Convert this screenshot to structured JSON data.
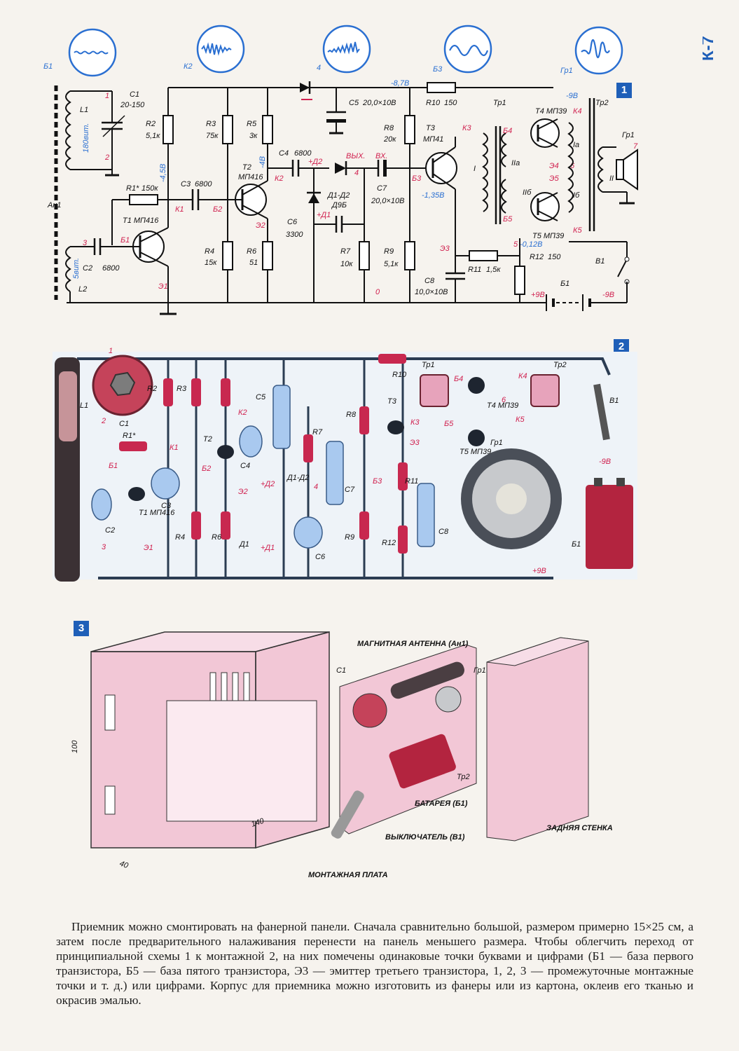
{
  "page_code": "К-7",
  "figure_numbers": [
    "1",
    "2",
    "3"
  ],
  "scopes": [
    {
      "label": "Б1"
    },
    {
      "label": "К2"
    },
    {
      "label": "4"
    },
    {
      "label": "Б3"
    },
    {
      "label": "Гр1"
    }
  ],
  "schematic": {
    "coils": {
      "l1": "L1",
      "l1_turns": "180вит.",
      "l2": "L2",
      "l2_turns": "5вит.",
      "antenna": "Ан1"
    },
    "c1": {
      "name": "C1",
      "value": "20-150"
    },
    "c2": {
      "name": "C2",
      "value": "6800"
    },
    "c3": {
      "name": "C3",
      "value": "6800"
    },
    "c4": {
      "name": "C4",
      "value": "6800"
    },
    "c5": {
      "name": "C5",
      "value": "20,0×10В"
    },
    "c6": {
      "name": "C6",
      "value": "3300"
    },
    "c7": {
      "name": "C7",
      "value": "20,0×10В"
    },
    "c8": {
      "name": "C8",
      "value": "10,0×10В"
    },
    "r1": {
      "name": "R1*",
      "value": "150к"
    },
    "r2": {
      "name": "R2",
      "value": "5,1к"
    },
    "r3": {
      "name": "R3",
      "value": "75к"
    },
    "r4": {
      "name": "R4",
      "value": "15к"
    },
    "r5": {
      "name": "R5",
      "value": "3к"
    },
    "r6": {
      "name": "R6",
      "value": "51"
    },
    "r7": {
      "name": "R7",
      "value": "10к"
    },
    "r8": {
      "name": "R8",
      "value": "20к"
    },
    "r9": {
      "name": "R9",
      "value": "5,1к"
    },
    "r10": {
      "name": "R10",
      "value": "150"
    },
    "r11": {
      "name": "R11",
      "value": "1,5к"
    },
    "r12": {
      "name": "R12",
      "value": "150"
    },
    "t1": "T1 МП416",
    "t2_name": "T2",
    "t2_type": "МП416",
    "t3_name": "T3",
    "t3_type": "МП41",
    "t4": "T4 МП39",
    "t5": "T5 МП39",
    "d": "Д1-Д2",
    "d_type": "Д9Б",
    "d1": "+Д1",
    "d2": "+Д2",
    "out": "ВЫХ.",
    "in": "ВХ.",
    "tr1": "Тр1",
    "tr2": "Тр2",
    "gr1": "Гр1",
    "b1": "Б1",
    "v1": "В1",
    "voltages": {
      "v_t1": "-4,5В",
      "v_t2": "-4В",
      "v_top": "-8,7В",
      "v_t3": "-1,35В",
      "v_tr2": "-9В",
      "v_r11": "-0,12В",
      "plus": "+9В",
      "minus": "-9В"
    },
    "points": {
      "k1": "К1",
      "b2": "Б2",
      "e2": "Э2",
      "k2": "К2",
      "b1": "Б1",
      "e1": "Э1",
      "b3": "Б3",
      "k3": "К3",
      "e3": "Э3",
      "b4": "Б4",
      "b5": "Б5",
      "k4": "К4",
      "k5": "К5",
      "n1": "1",
      "n2": "2",
      "n3": "3",
      "n4": "4",
      "n5": "5",
      "n6": "6",
      "n7": "7",
      "n0": "0",
      "e4": "Э4",
      "e5": "Э5",
      "ia": "Iа",
      "ib": "Iб",
      "iia": "IIа",
      "iib": "IIб",
      "i": "I",
      "ii": "II"
    }
  },
  "assembly": {
    "magnetic_antenna": "МАГНИТНАЯ АНТЕННА (Ан1)",
    "c1": "С1",
    "gr1": "Гр1",
    "tr2": "Тр2",
    "battery": "БАТАРЕЯ (Б1)",
    "switch": "ВЫКЛЮЧАТЕЛЬ (В1)",
    "board": "МОНТАЖНАЯ ПЛАТА",
    "back_wall": "ЗАДНЯЯ СТЕНКА",
    "dim_height": "100",
    "dim_width": "140",
    "dim_depth": "40"
  },
  "caption": "Приемник можно смонтировать на фанерной панели. Сначала сравнительно большой, размером примерно 15×25 см, а затем после предварительного налаживания перенести на панель меньшего размера. Чтобы облегчить переход от принципиальной схемы 1 к монтажной 2, на них помечены одинаковые точки буквами и цифрами (Б1 — база первого транзистора, Б5 — база пятого транзистора, Э3 — эмиттер третьего транзистора, 1, 2, 3 — промежуточные монтажные точки и т. д.) или цифрами. Корпус для приемника можно изготовить из фанеры или из картона, оклеив его тканью и окрасив эмалью.",
  "colors": {
    "accent_blue": "#1f5fb8",
    "resistor_red": "#c8284f",
    "capacitor_blue": "#a9c9ef",
    "battery": "#b3243f",
    "box_pink": "#f2c7d6"
  }
}
